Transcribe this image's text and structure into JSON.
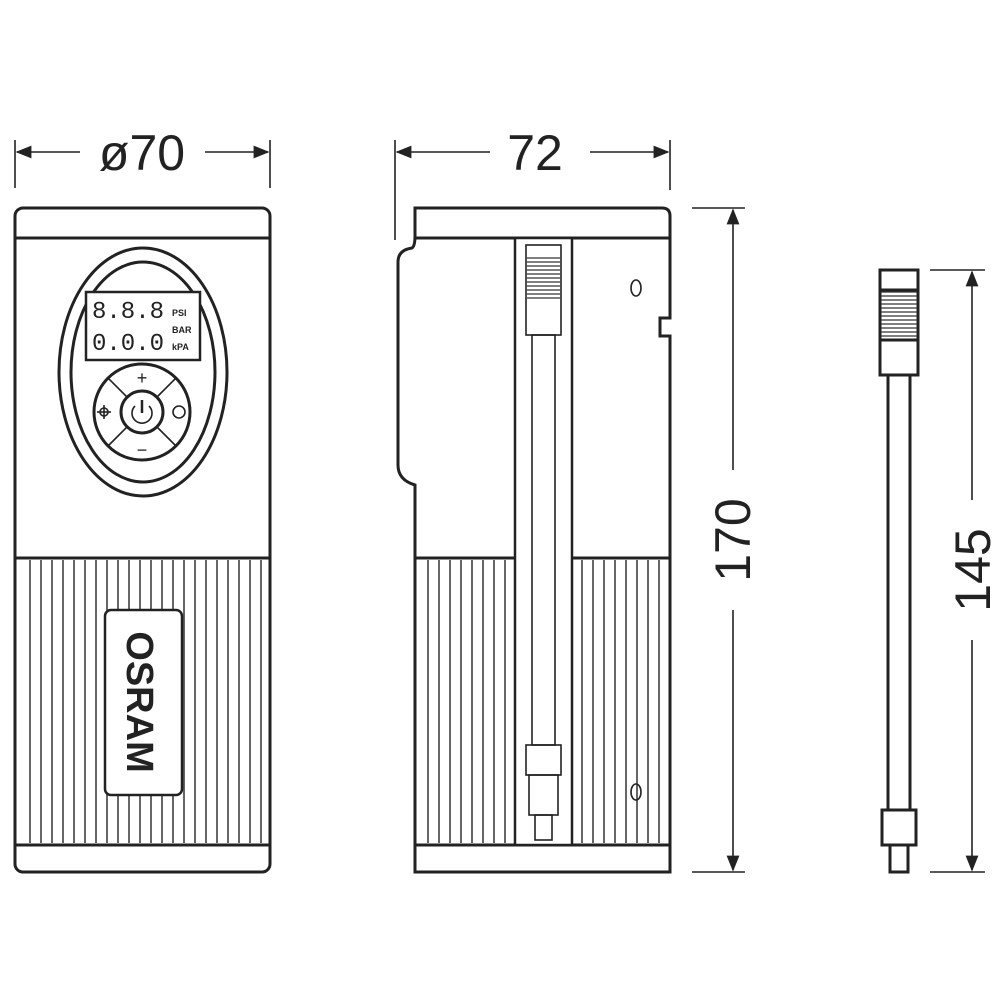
{
  "dimensions": {
    "diameter": "ø70",
    "depth": "72",
    "height": "170",
    "hose_length": "145"
  },
  "product": {
    "brand_logo": "OSRAM",
    "display_top": "8.8.8",
    "display_bottom": "0.0.0",
    "units": [
      "PSI",
      "BAR",
      "kPA"
    ],
    "plus": "+",
    "minus": "−"
  }
}
